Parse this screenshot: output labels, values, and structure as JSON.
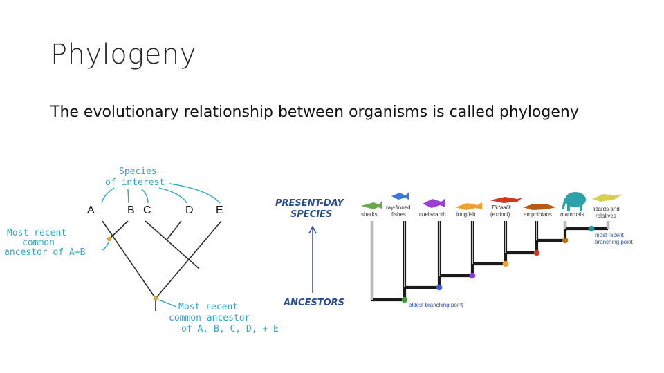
{
  "slide": {
    "title": "Phylogeny",
    "subtitle": "The evolutionary relationship between organisms is called phylogeny"
  },
  "left_diagram": {
    "annotation_species": [
      "Species",
      "of interest"
    ],
    "leaves": [
      "A",
      "B",
      "C",
      "D",
      "E"
    ],
    "annotation_ab": [
      "Most recent",
      "common",
      "ancestor of A+B"
    ],
    "annotation_all": [
      "Most recent",
      "common ancestor",
      "of A, B, C, D, + E"
    ],
    "colors": {
      "annotation": "#2aa7c9",
      "node": "#e3a62b",
      "branch": "#2b2b2b"
    }
  },
  "middle_diagram": {
    "top": [
      "PRESENT-DAY",
      "SPECIES"
    ],
    "bottom": "ANCESTORS",
    "color": "#2b4c93"
  },
  "right_diagram": {
    "taxa": [
      {
        "name": "sharks",
        "color": "#6aa84f"
      },
      {
        "name": "ray-finned",
        "sub": "fishes",
        "color": "#3c78d8"
      },
      {
        "name": "coelacanth",
        "color": "#9b3fd0"
      },
      {
        "name": "lungfish",
        "color": "#f0a030"
      },
      {
        "name": "Tiktaalik",
        "sub": "(extinct)",
        "color": "#cc3b1f"
      },
      {
        "name": "amphibians",
        "color": "#b85a17"
      },
      {
        "name": "mammals",
        "color": "#2aa2a8"
      },
      {
        "name": "lizards and",
        "sub": "relatives",
        "color": "#d8d050"
      }
    ],
    "most_recent_label": [
      "most recent",
      "branching point"
    ],
    "oldest_label": "oldest branching point",
    "node_colors": [
      "#3aa03a",
      "#3a5fd9",
      "#8e3bd6",
      "#f0a030",
      "#cc3b1f",
      "#b8701c",
      "#1e9aa0"
    ]
  }
}
